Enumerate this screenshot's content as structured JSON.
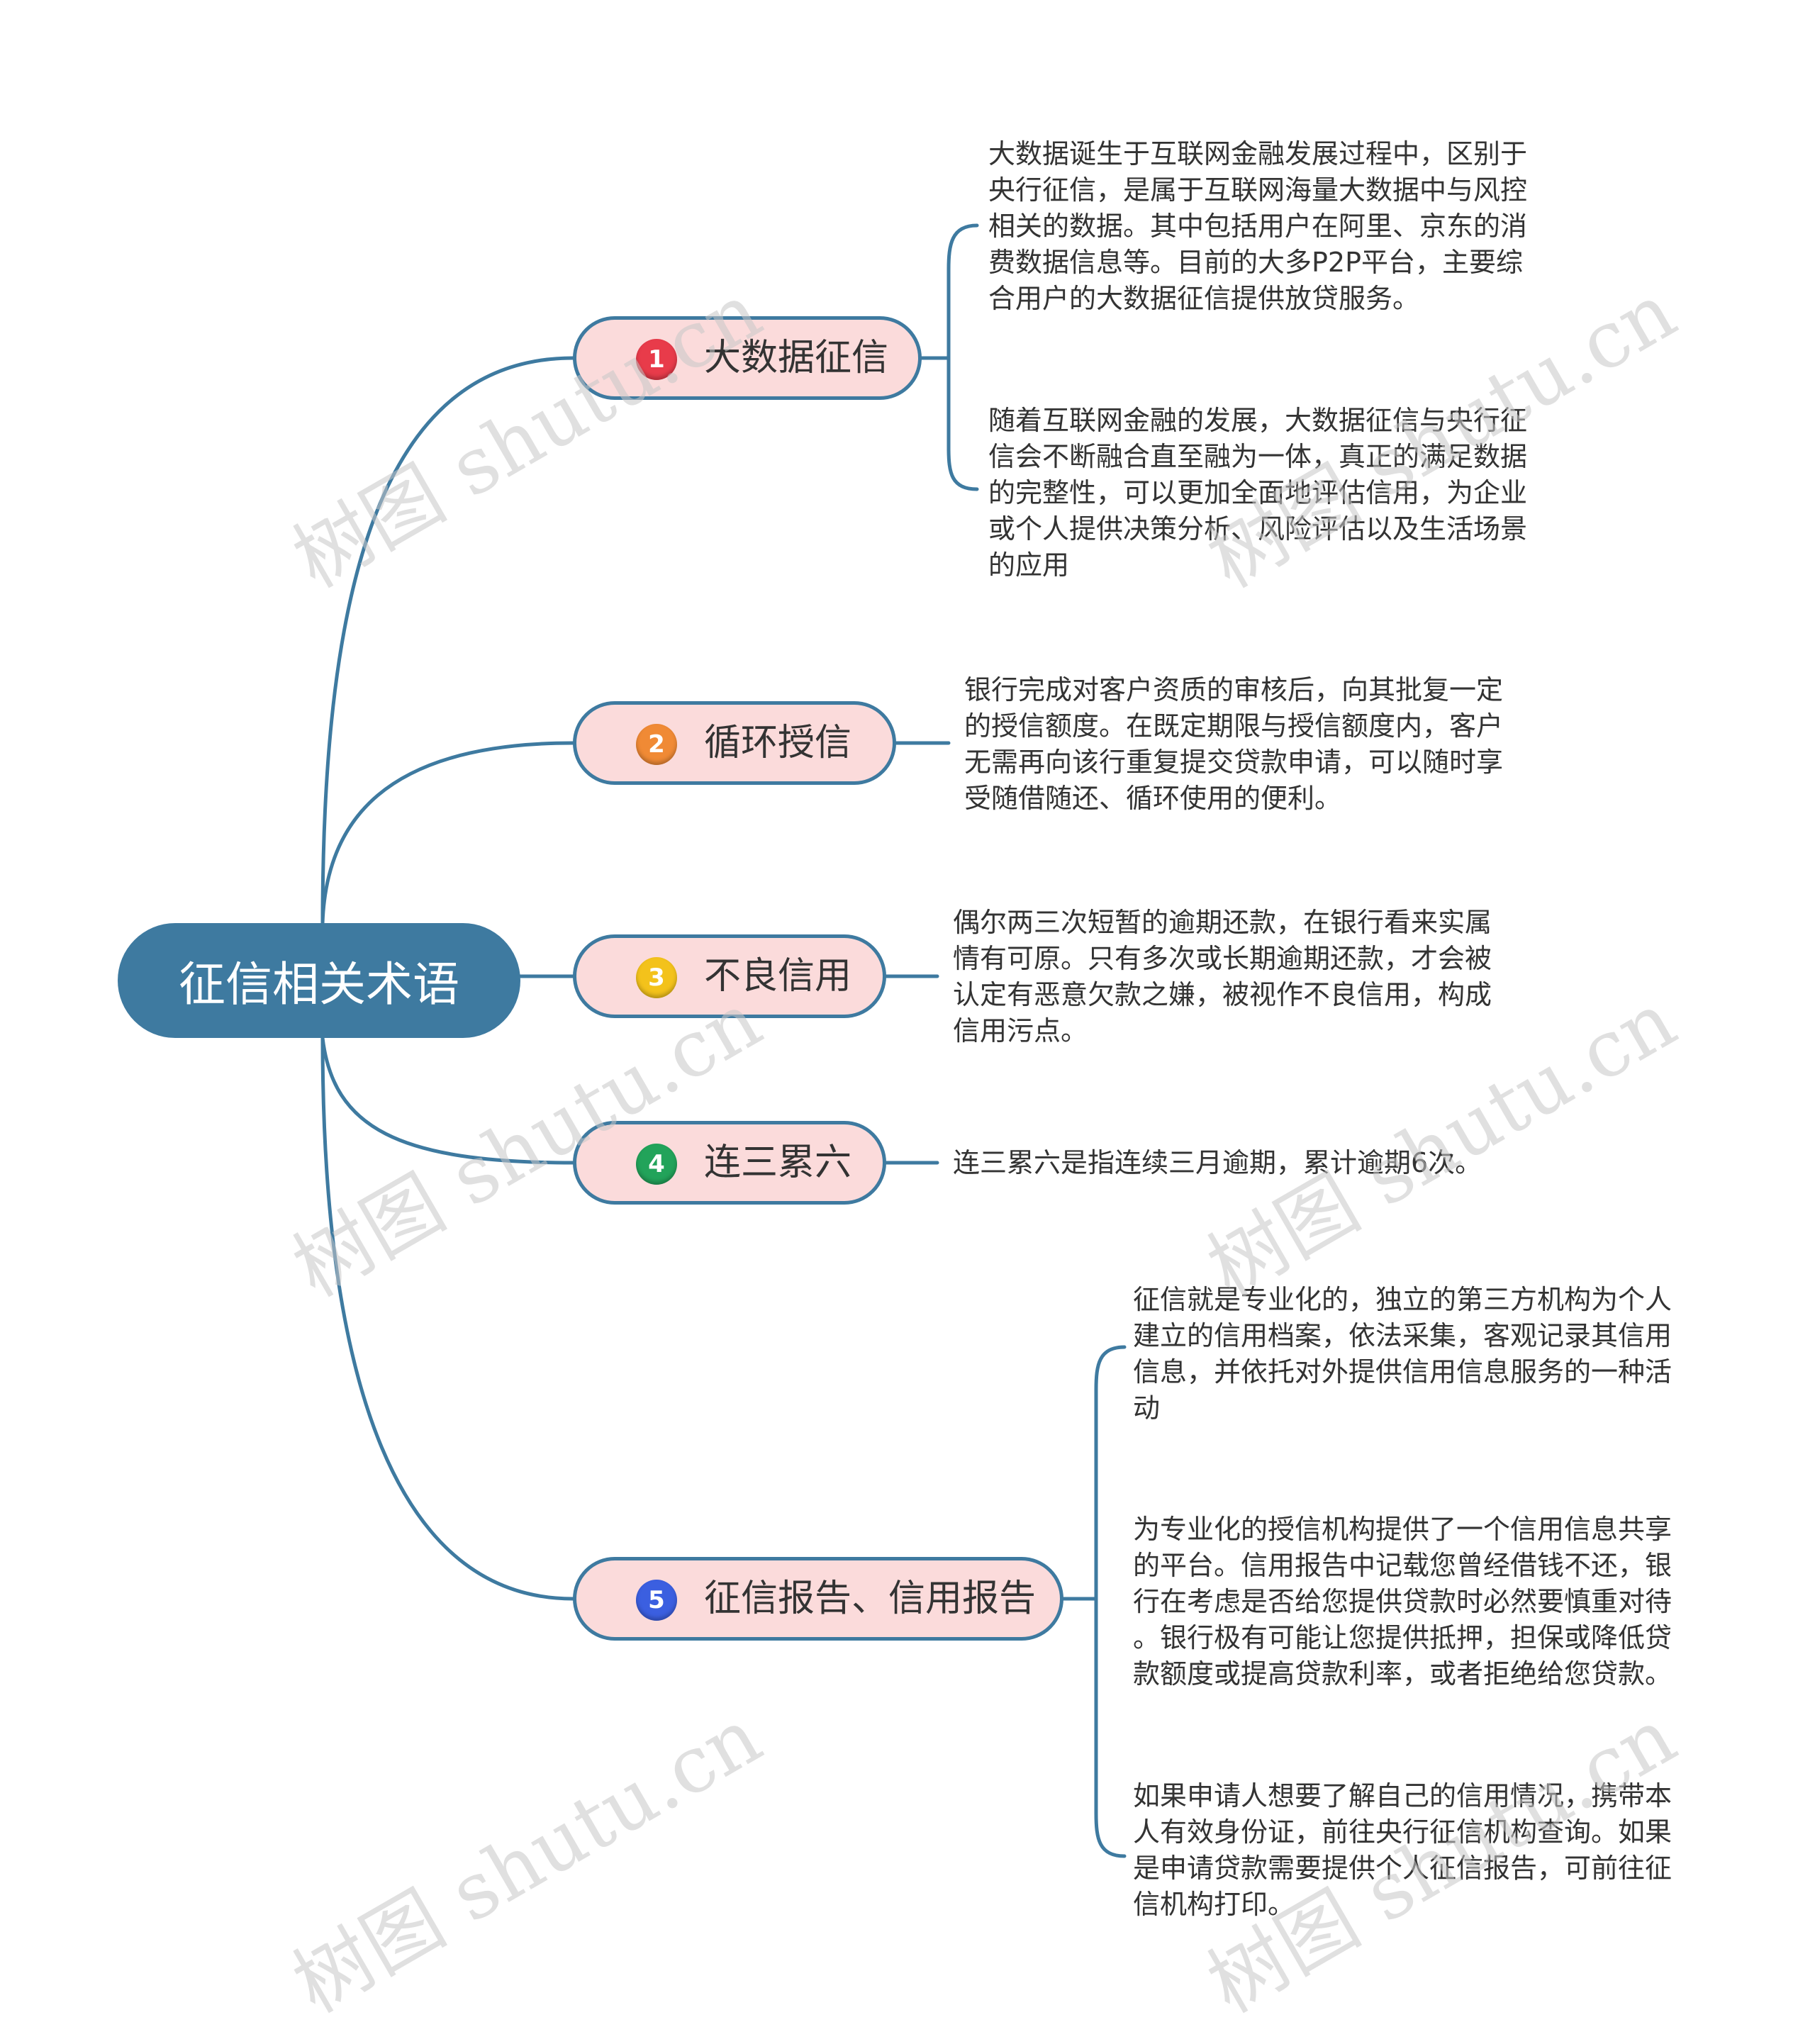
{
  "root": {
    "label": "征信相关术语"
  },
  "branches": [
    {
      "index": "1",
      "label": "大数据征信",
      "badge_color": "#e83b4a",
      "notes": [
        [
          "大数据诞生于互联网金融发展过程中，区别于",
          "央行征信，是属于互联网海量大数据中与风控",
          "相关的数据。其中包括用户在阿里、京东的消",
          "费数据信息等。目前的大多P2P平台，主要综",
          "合用户的大数据征信提供放贷服务。"
        ],
        [
          "随着互联网金融的发展，大数据征信与央行征",
          "信会不断融合直至融为一体，真正的满足数据",
          "的完整性，可以更加全面地评估信用，为企业",
          "或个人提供决策分析、风险评估以及生活场景",
          "的应用"
        ]
      ]
    },
    {
      "index": "2",
      "label": "循环授信",
      "badge_color": "#f08a35",
      "notes": [
        [
          "银行完成对客户资质的审核后，向其批复一定",
          "的授信额度。在既定期限与授信额度内，客户",
          "无需再向该行重复提交贷款申请，可以随时享",
          "受随借随还、循环使用的便利。"
        ]
      ]
    },
    {
      "index": "3",
      "label": "不良信用",
      "badge_color": "#f3c21b",
      "notes": [
        [
          "偶尔两三次短暂的逾期还款，在银行看来实属",
          "情有可原。只有多次或长期逾期还款，才会被",
          "认定有恶意欠款之嫌，被视作不良信用，构成",
          "信用污点。"
        ]
      ]
    },
    {
      "index": "4",
      "label": "连三累六",
      "badge_color": "#22a35a",
      "notes": [
        [
          "连三累六是指连续三月逾期，累计逾期6次。"
        ]
      ]
    },
    {
      "index": "5",
      "label": "征信报告、信用报告",
      "badge_color": "#3b5fe0",
      "notes": [
        [
          "征信就是专业化的，独立的第三方机构为个人",
          "建立的信用档案，依法采集，客观记录其信用",
          "信息，并依托对外提供信用信息服务的一种活",
          "动"
        ],
        [
          "为专业化的授信机构提供了一个信用信息共享",
          "的平台。信用报告中记载您曾经借钱不还，银",
          "行在考虑是否给您提供贷款时必然要慎重对待",
          "。银行极有可能让您提供抵押，担保或降低贷",
          "款额度或提高贷款利率，或者拒绝给您贷款。"
        ],
        [
          "如果申请人想要了解自己的信用情况，携带本",
          "人有效身份证，前往央行征信机构查询。如果",
          "是申请贷款需要提供个人征信报告，可前往征",
          "信机构打印。"
        ]
      ]
    }
  ],
  "watermark": "树图 shutu.cn",
  "colors": {
    "line": "#3e7aa0",
    "root_fill": "#3e7aa0",
    "branch_fill": "#fbdbdb",
    "text": "#333333"
  }
}
